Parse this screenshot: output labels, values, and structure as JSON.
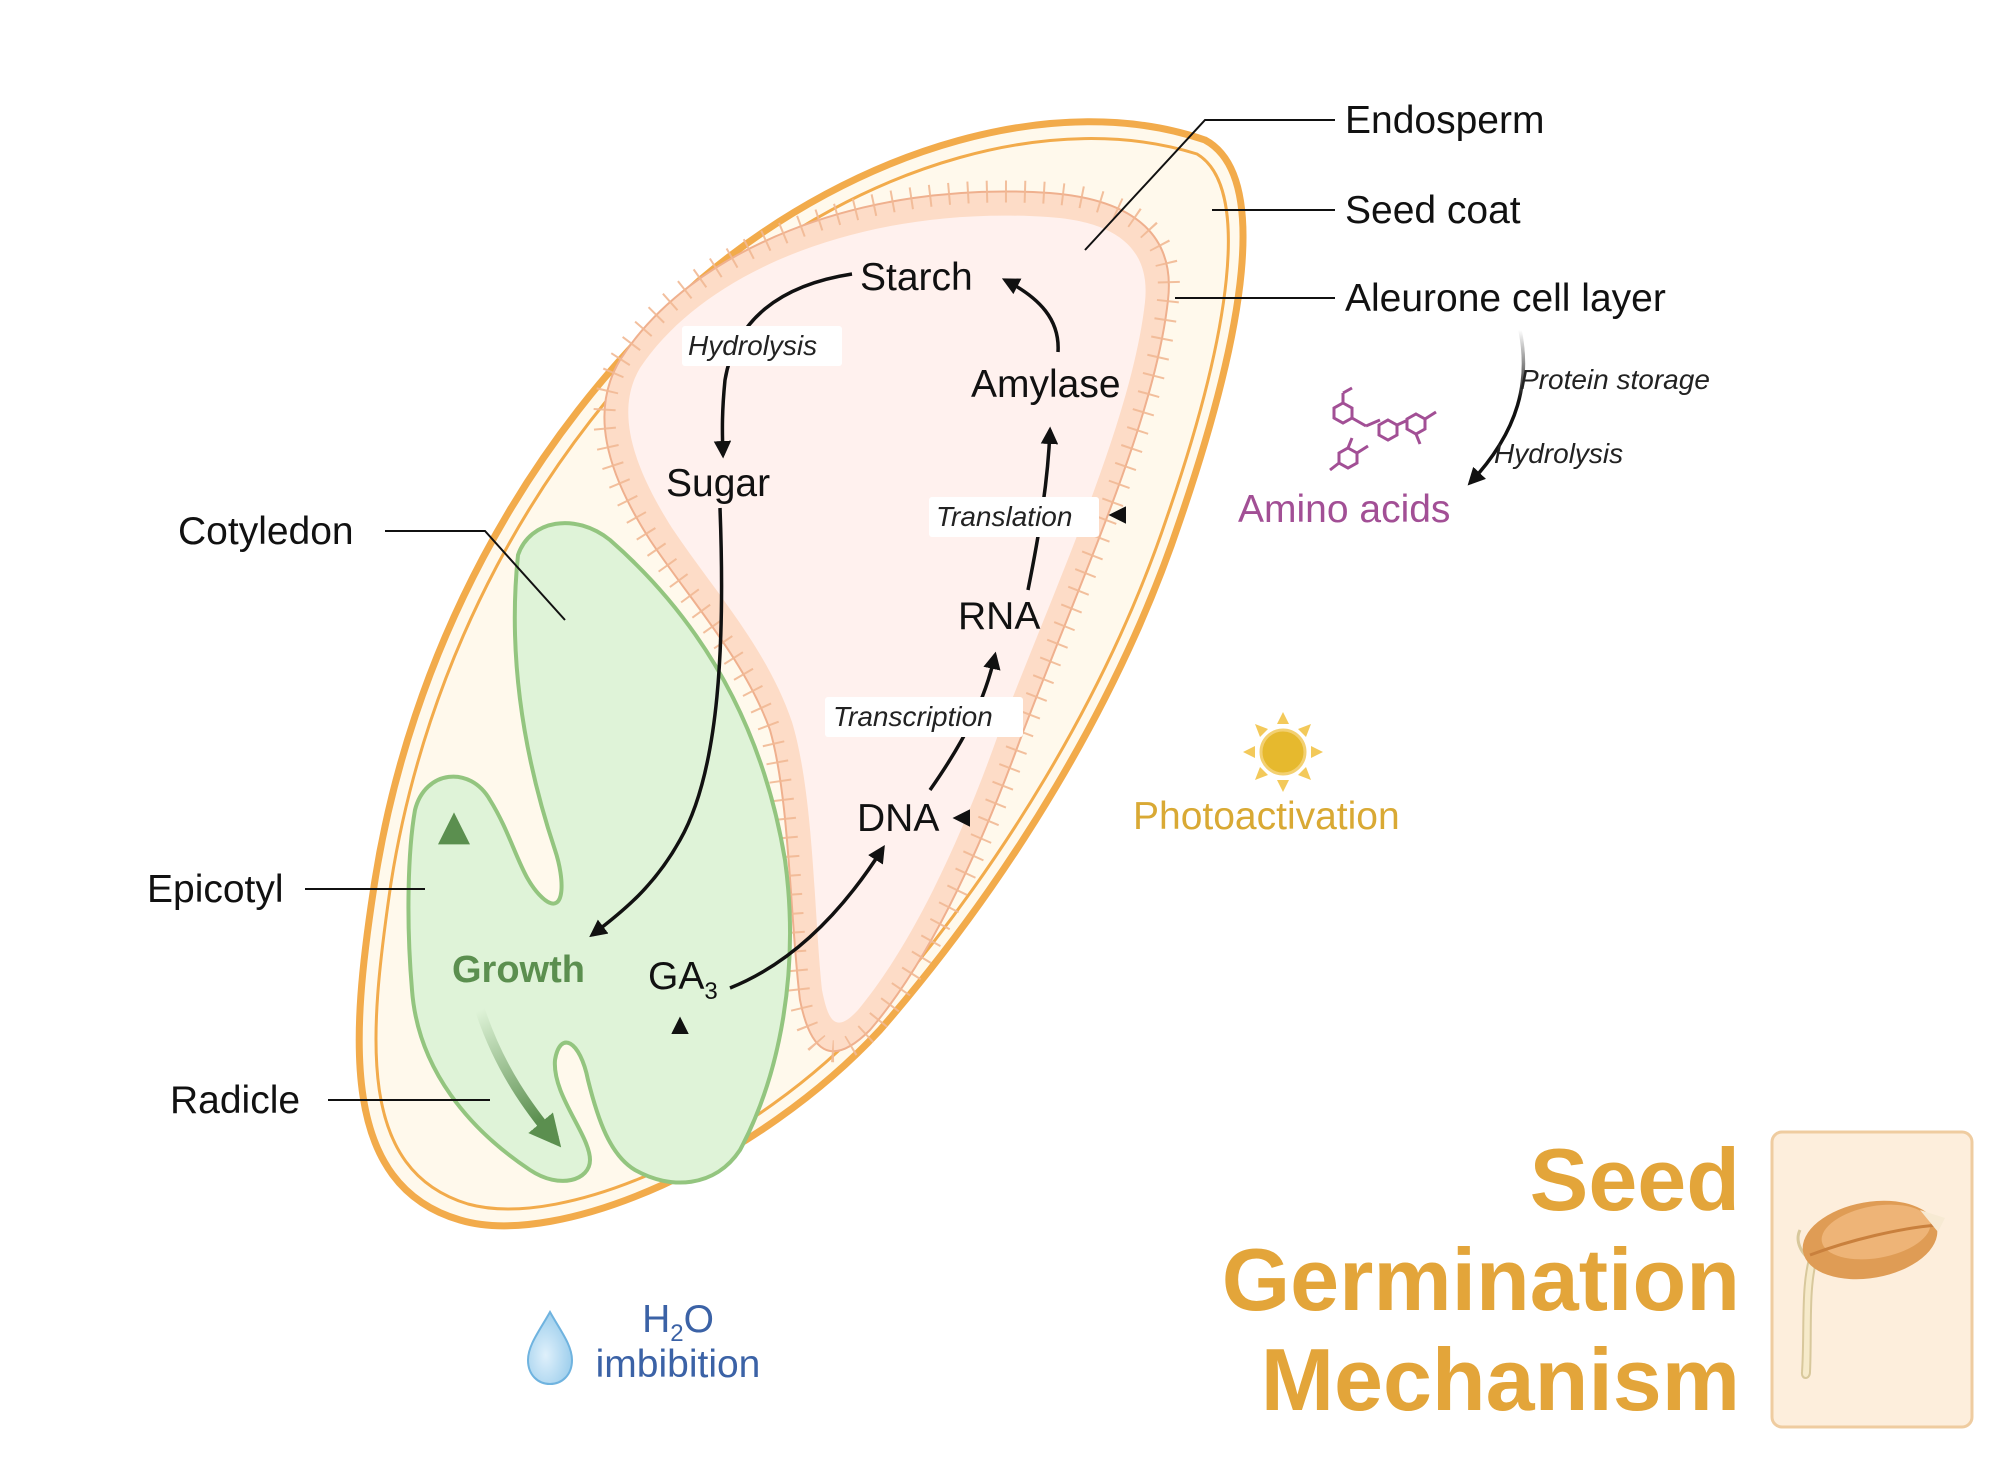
{
  "labels": {
    "endosperm": "Endosperm",
    "seed_coat": "Seed coat",
    "aleurone": "Aleurone cell layer",
    "cotyledon": "Cotyledon",
    "epicotyl": "Epicotyl",
    "radicle": "Radicle"
  },
  "molecules": {
    "starch": "Starch",
    "sugar": "Sugar",
    "amylase": "Amylase",
    "rna": "RNA",
    "dna": "DNA",
    "ga_base": "GA",
    "ga_sub": "3"
  },
  "processes": {
    "hydrolysis_starch": "Hydrolysis",
    "translation": "Translation",
    "transcription": "Transcription",
    "protein_storage": "Protein storage",
    "hydrolysis_protein": "Hydrolysis",
    "growth": "Growth"
  },
  "inputs": {
    "amino_acids": "Amino acids",
    "photoactivation": "Photoactivation",
    "water_h": "H",
    "water_sub": "2",
    "water_o": "O",
    "imbibition": "imbibition"
  },
  "title": {
    "line1": "Seed",
    "line2": "Germination",
    "line3": "Mechanism"
  },
  "colors": {
    "seed_coat": "#f2ab4b",
    "seed_fill": "#fff9ec",
    "endosperm_fill": "#fff1ee",
    "aleurone_cell": "#fddcc7",
    "embryo_fill": "#dff3d8",
    "embryo_stroke": "#93c57f",
    "growth_green": "#5b8f4f",
    "amino_purple": "#a24f95",
    "photo_gold": "#d9a934",
    "water_blue": "#3b62a6",
    "title_gold": "#e3a53a"
  },
  "icons": [
    "sun-icon",
    "water-drop-icon",
    "amino-acid-molecule-icon",
    "seed-sprout-icon"
  ]
}
